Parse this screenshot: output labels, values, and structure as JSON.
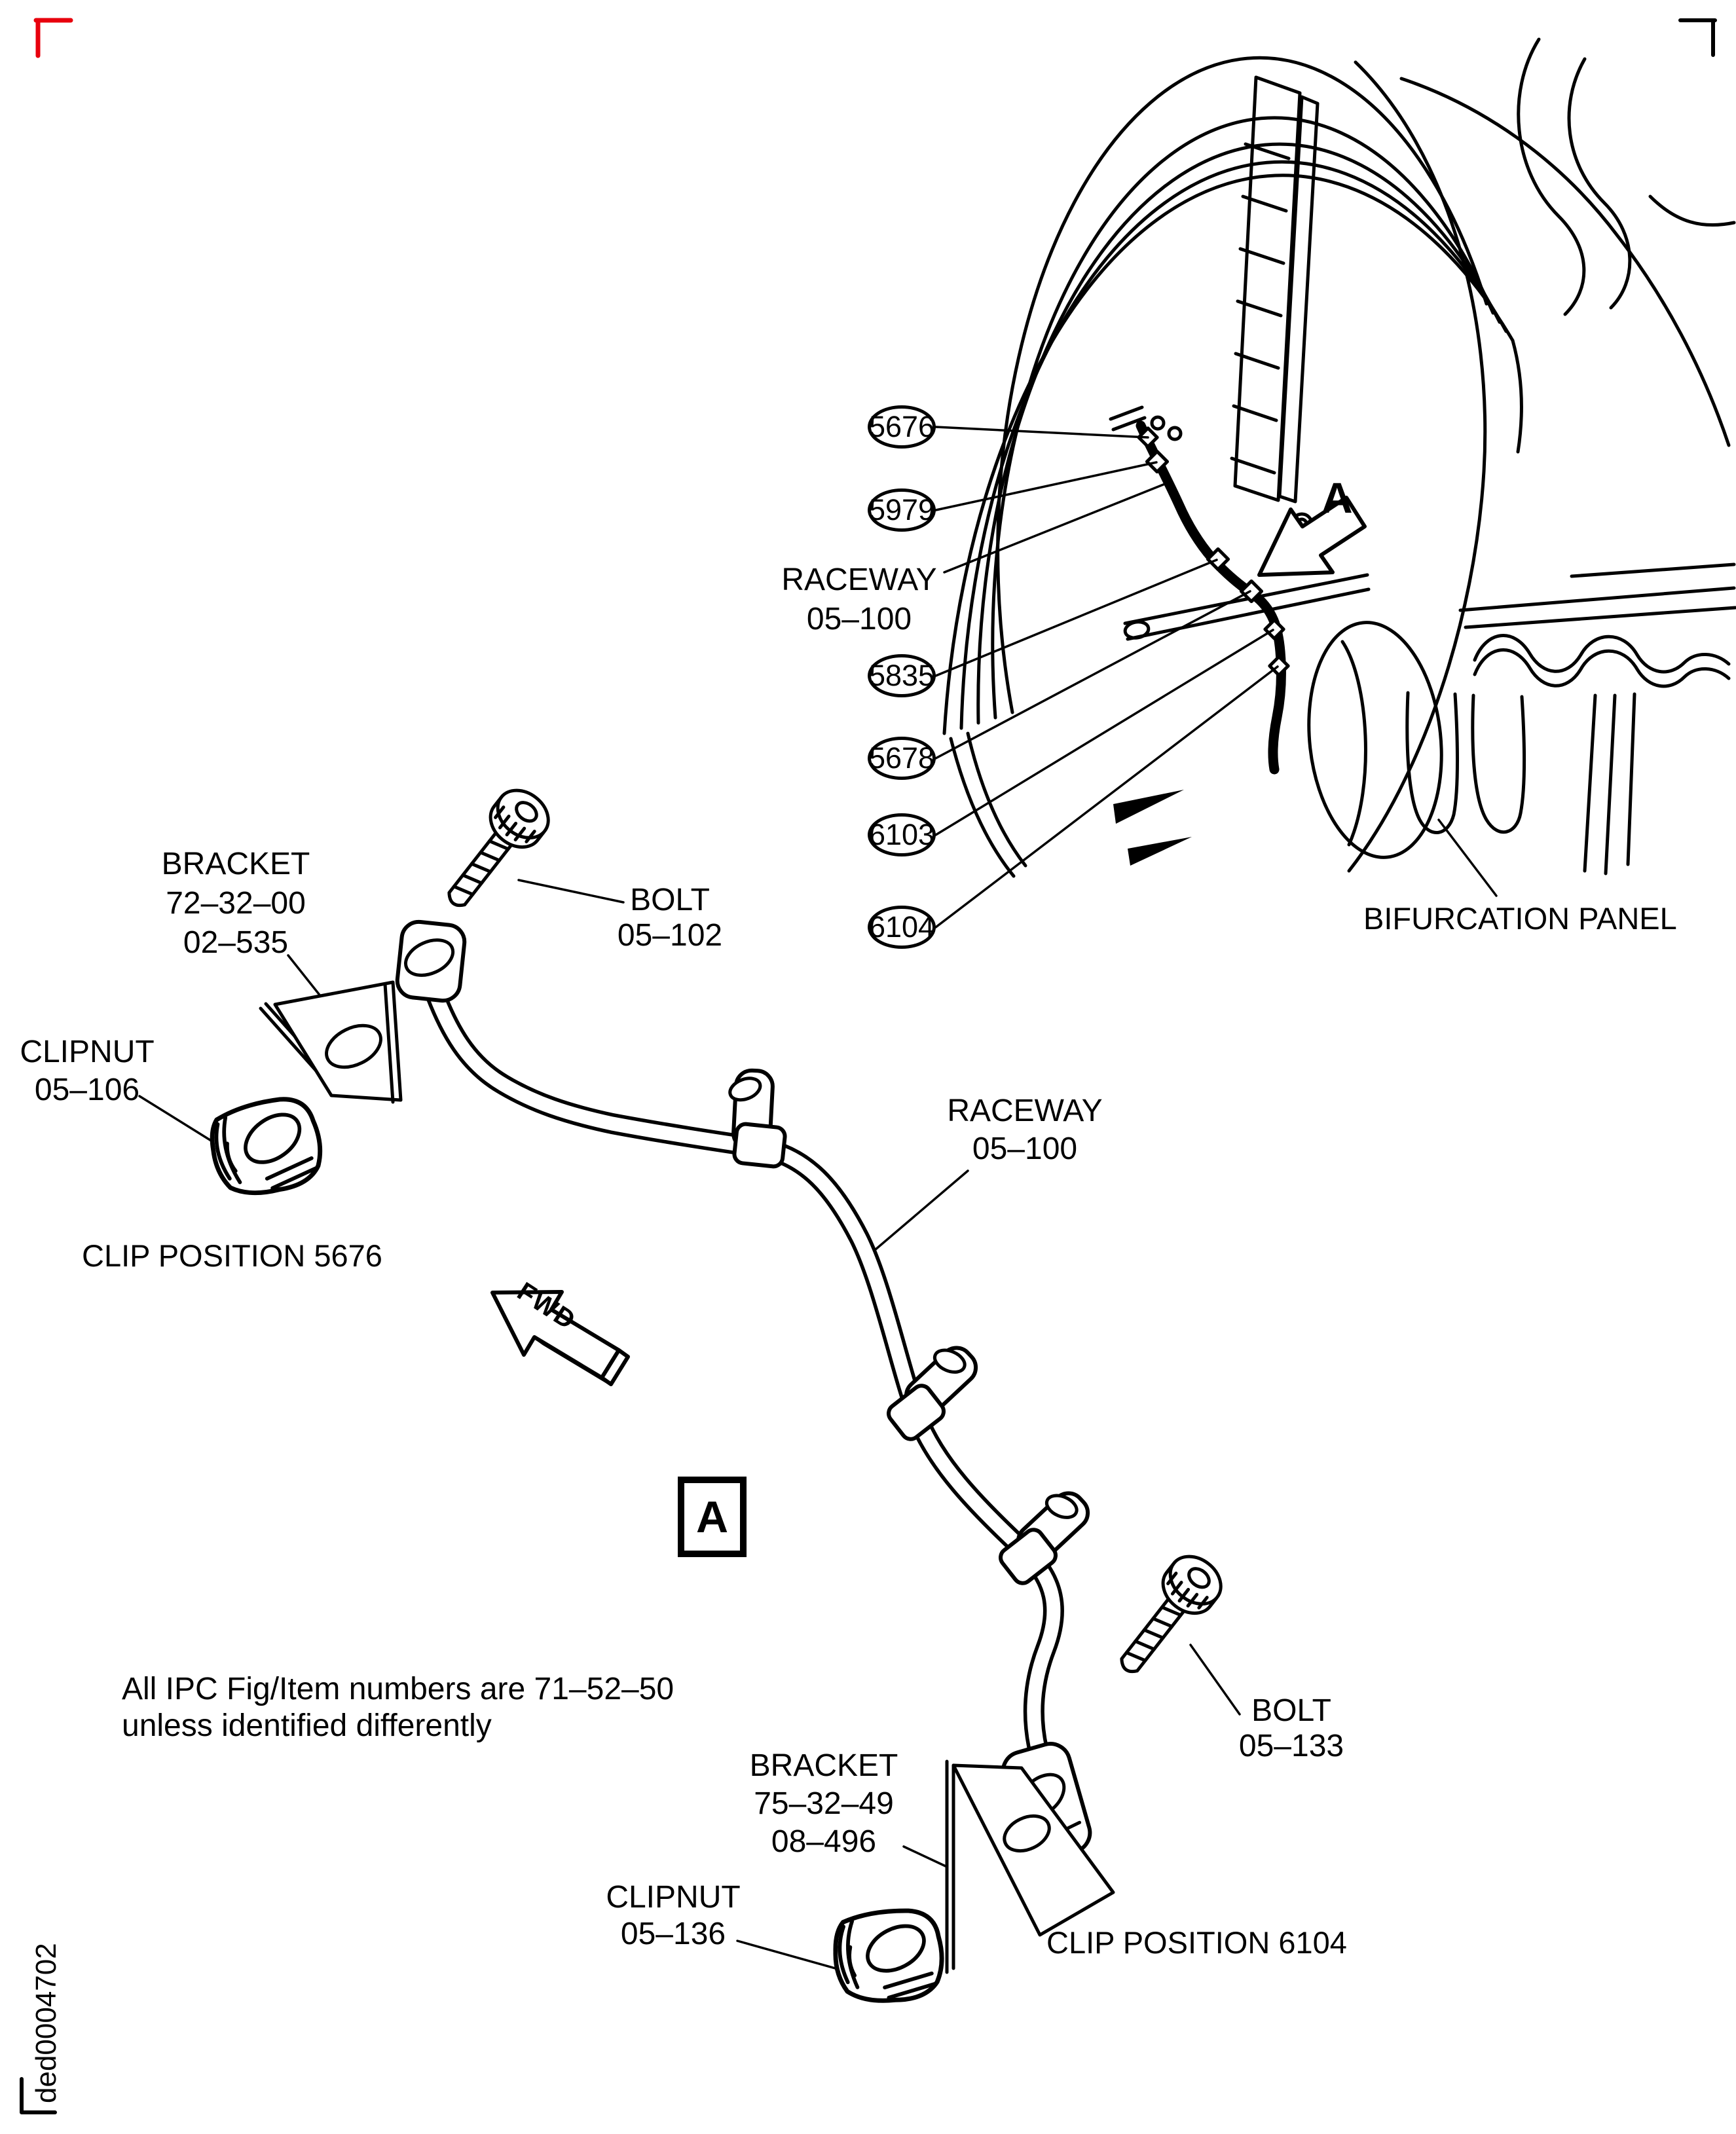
{
  "colors": {
    "ink": "#000000",
    "corner_mark_red": "#e8000d",
    "paper": "#ffffff"
  },
  "doc_code": "ded0004702",
  "engine_view": {
    "callouts": [
      {
        "label": "5676"
      },
      {
        "label": "5979"
      },
      {
        "label": "5835"
      },
      {
        "label": "5678"
      },
      {
        "label": "6103"
      },
      {
        "label": "6104"
      }
    ],
    "raceway_label": {
      "line1": "RACEWAY",
      "line2": "05–100"
    },
    "bifurcation_panel_label": "BIFURCATION PANEL",
    "detail_arrow_label": "A"
  },
  "detail_view": {
    "bracket_top": {
      "line1": "BRACKET",
      "line2": "72–32–00",
      "line3": "02–535"
    },
    "bolt_top": {
      "line1": "BOLT",
      "line2": "05–102"
    },
    "clipnut_top": {
      "line1": "CLIPNUT",
      "line2": "05–106"
    },
    "clip_position_top": "CLIP POSITION 5676",
    "raceway_label": {
      "line1": "RACEWAY",
      "line2": "05–100"
    },
    "fwd_label": "FWD",
    "detail_box_label": "A",
    "bolt_bottom": {
      "line1": "BOLT",
      "line2": "05–133"
    },
    "bracket_bottom": {
      "line1": "BRACKET",
      "line2": "75–32–49",
      "line3": "08–496"
    },
    "clipnut_bottom": {
      "line1": "CLIPNUT",
      "line2": "05–136"
    },
    "clip_position_bottom": "CLIP POSITION 6104"
  },
  "note": {
    "line1": "All IPC Fig/Item numbers are 71–52–50",
    "line2": "unless identified differently"
  }
}
